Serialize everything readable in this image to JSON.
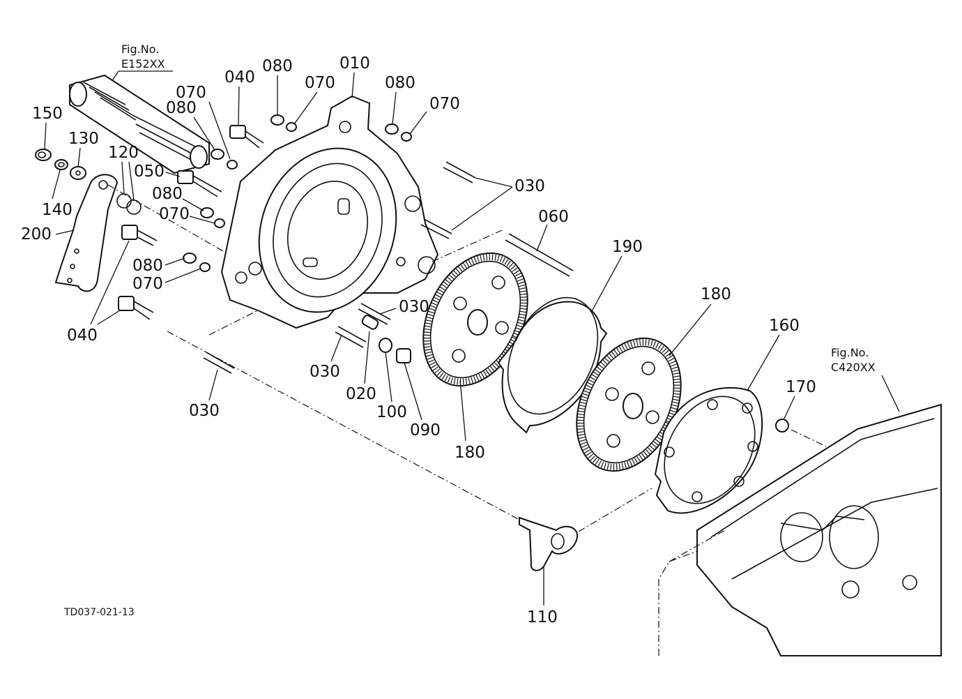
{
  "figure_refs": [
    {
      "prefix": "Fig.No.",
      "number": "E152XX"
    },
    {
      "prefix": "Fig.No.",
      "number": "C420XX"
    }
  ],
  "drawing_code": "TD037-021-13",
  "callouts": [
    {
      "id": "c010",
      "text": "010"
    },
    {
      "id": "c020",
      "text": "020"
    },
    {
      "id": "c030a",
      "text": "030"
    },
    {
      "id": "c030b",
      "text": "030"
    },
    {
      "id": "c030c",
      "text": "030"
    },
    {
      "id": "c030d",
      "text": "030"
    },
    {
      "id": "c040a",
      "text": "040"
    },
    {
      "id": "c040b",
      "text": "040"
    },
    {
      "id": "c050",
      "text": "050"
    },
    {
      "id": "c060",
      "text": "060"
    },
    {
      "id": "c070a",
      "text": "070"
    },
    {
      "id": "c070b",
      "text": "070"
    },
    {
      "id": "c070c",
      "text": "070"
    },
    {
      "id": "c070d",
      "text": "070"
    },
    {
      "id": "c070e",
      "text": "070"
    },
    {
      "id": "c080a",
      "text": "080"
    },
    {
      "id": "c080b",
      "text": "080"
    },
    {
      "id": "c080c",
      "text": "080"
    },
    {
      "id": "c080d",
      "text": "080"
    },
    {
      "id": "c080e",
      "text": "080"
    },
    {
      "id": "c090",
      "text": "090"
    },
    {
      "id": "c100",
      "text": "100"
    },
    {
      "id": "c110",
      "text": "110"
    },
    {
      "id": "c120",
      "text": "120"
    },
    {
      "id": "c130",
      "text": "130"
    },
    {
      "id": "c140",
      "text": "140"
    },
    {
      "id": "c150",
      "text": "150"
    },
    {
      "id": "c160",
      "text": "160"
    },
    {
      "id": "c170",
      "text": "170"
    },
    {
      "id": "c180a",
      "text": "180"
    },
    {
      "id": "c180b",
      "text": "180"
    },
    {
      "id": "c190",
      "text": "190"
    },
    {
      "id": "c200",
      "text": "200"
    }
  ]
}
